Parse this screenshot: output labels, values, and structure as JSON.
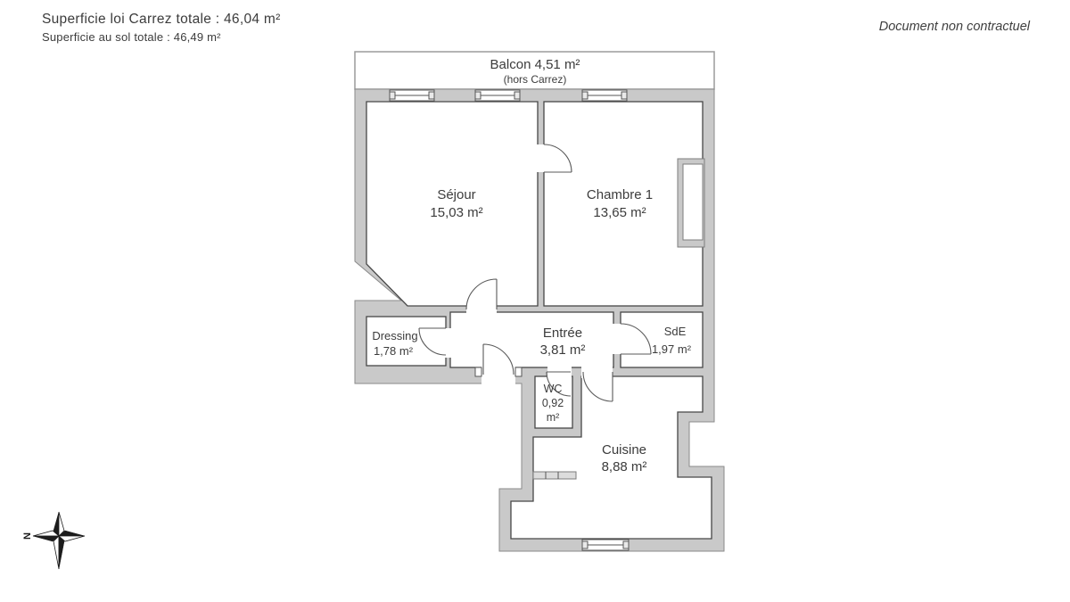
{
  "header": {
    "line1": "Superficie loi Carrez totale : 46,04 m²",
    "line2": "Superficie au sol totale : 46,49 m²"
  },
  "disclaimer": "Document non contractuel",
  "compass": {
    "north_label": "N"
  },
  "colors": {
    "wall": "#c9c9c9",
    "room_outline": "#474747",
    "text": "#3c3c3c"
  },
  "rooms": {
    "balcon": {
      "label": "Balcon 4,51 m²",
      "sub": "(hors Carrez)"
    },
    "sejour": {
      "name": "Séjour",
      "area": "15,03 m²"
    },
    "chambre1": {
      "name": "Chambre 1",
      "area": "13,65 m²"
    },
    "dressing": {
      "name": "Dressing",
      "area": "1,78 m²"
    },
    "entree": {
      "name": "Entrée",
      "area": "3,81 m²"
    },
    "sde": {
      "name": "SdE",
      "area": "1,97 m²"
    },
    "wc": {
      "name": "WC",
      "area_l1": "0,92",
      "area_l2": "m²"
    },
    "cuisine": {
      "name": "Cuisine",
      "area": "8,88 m²"
    }
  }
}
